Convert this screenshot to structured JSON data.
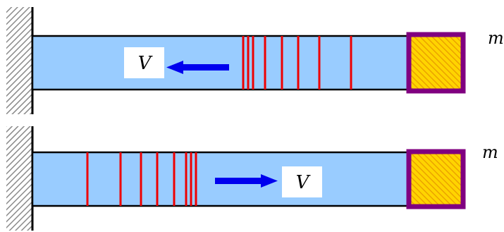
{
  "panels": [
    {
      "velocity_label": "V",
      "velocity_direction": "left",
      "mass_label": "m"
    },
    {
      "velocity_label": "V",
      "velocity_direction": "right",
      "mass_label": "m"
    }
  ],
  "colors": {
    "rod_fill": "#99ccff",
    "rod_border": "#000000",
    "wave_lines": "#ee0000",
    "arrow": "#0000ee",
    "block_border": "#800080",
    "block_hatch_a": "#ffd200",
    "block_hatch_b": "#e8a000",
    "wall_hatch": "#9a9a9a"
  }
}
